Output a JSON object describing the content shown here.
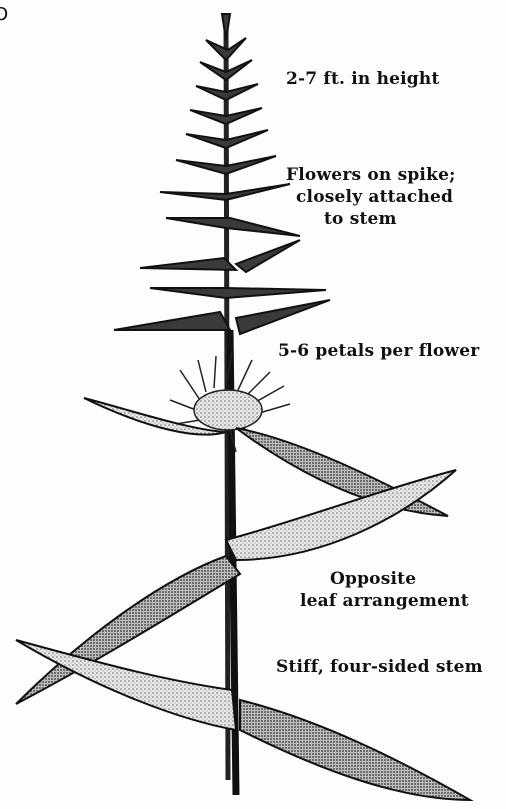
{
  "figure": {
    "corner_mark": "O",
    "annotations": [
      {
        "id": "height",
        "lines": [
          "2-7 ft. in height"
        ]
      },
      {
        "id": "flowers",
        "lines": [
          "Flowers on spike;",
          "closely attached",
          "to stem"
        ]
      },
      {
        "id": "petals",
        "lines": [
          "5-6 petals per flower"
        ]
      },
      {
        "id": "leaf",
        "lines": [
          "Opposite",
          "leaf arrangement"
        ]
      },
      {
        "id": "stem",
        "lines": [
          "Stiff, four-sided stem"
        ]
      }
    ]
  }
}
